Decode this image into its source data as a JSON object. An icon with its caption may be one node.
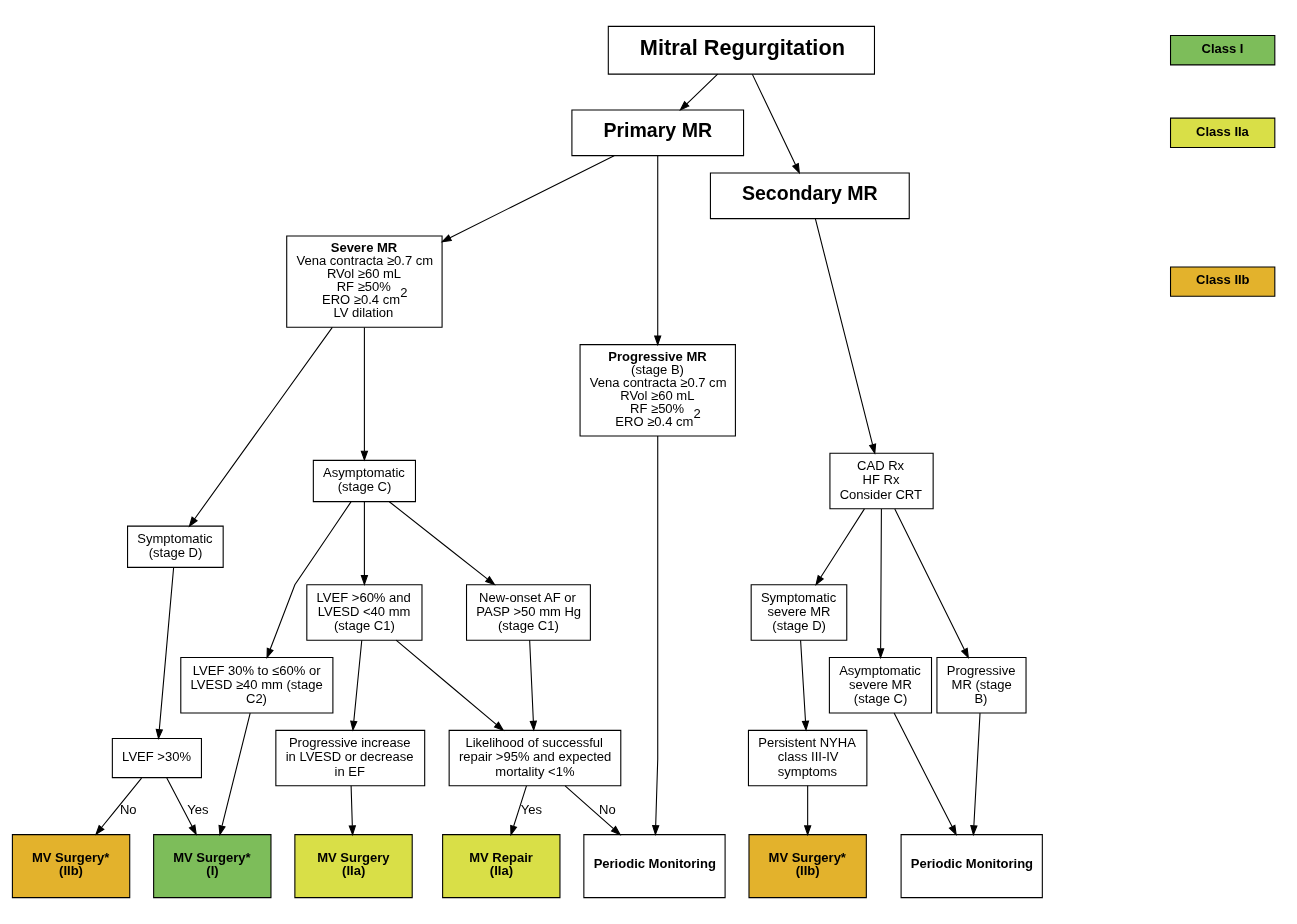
{
  "diagram": {
    "nodes": [
      {
        "text": [
          "Mitral Regurgitation"
        ]
      },
      {
        "text": [
          "Primary MR"
        ]
      },
      {
        "text": [
          "Secondary MR"
        ]
      },
      {
        "text": [
          "Severe MR",
          "Vena contracta ≥0.7 cm",
          "RVol ≥60 mL",
          "RF ≥50%",
          "ERO ≥0.4 cm$^{2}$",
          "LV dilation"
        ]
      },
      {
        "text": [
          "Progressive MR",
          "(stage B)",
          "Vena contracta ≥0.7 cm",
          "RVol ≥60 mL",
          "RF ≥50%",
          "ERO ≥0.4 cm$^{2}$"
        ]
      },
      {
        "text": [
          "CAD Rx",
          "HF Rx",
          "Consider CRT"
        ]
      },
      {
        "text": [
          "Symptomatic (stage D)"
        ]
      },
      {
        "text": [
          "Asymptomatic (stage C)"
        ]
      },
      {
        "text": [
          "Symptomatic severe MR (stage D)"
        ]
      },
      {
        "text": [
          "Asymptomatic severe MR (stage C)"
        ]
      },
      {
        "text": [
          "Progressive MR (stage B)"
        ]
      },
      {
        "text": [
          "LVEF >30%"
        ]
      },
      {
        "text": [
          "LVEF 30% to ≤60% or LVESD ≥40 mm (stage C2)"
        ]
      },
      {
        "text": [
          "LVEF >60% and LVESD <40 mm (stage C1)"
        ]
      },
      {
        "text": [
          "New-onset AF or PASP >50 mm Hg (stage C1)"
        ]
      },
      {
        "text": [
          "Persistent NYHA class III-IV symptoms"
        ]
      },
      {
        "text": [
          "Progressive increase in LVESD or decrease in EF"
        ]
      },
      {
        "text": [
          "Likelihood of successful repair >95% and expected mortality <1%"
        ]
      },
      {
        "text": [
          "MV Surgery*",
          "(IIb)"
        ]
      },
      {
        "text": [
          "MV Surgery*",
          "(I)"
        ]
      },
      {
        "text": [
          "MV Surgery",
          "(IIa)"
        ]
      },
      {
        "text": [
          "MV Repair",
          "(IIa)"
        ]
      },
      {
        "text": [
          "Periodic Monitoring"
        ]
      },
      {
        "text": [
          "MV Surgery*",
          "(IIb)"
        ]
      },
      {
        "text": [
          "Periodic Monitoring"
        ]
      }
    ],
    "edges": [
      {
        "from": 0,
        "to": 1,
        "arrow": "to"
      },
      {
        "from": 0,
        "to": 2,
        "arrow": "to"
      },
      {
        "from": 1,
        "to": 3,
        "arrow": "to"
      },
      {
        "from": 1,
        "to": 4,
        "arrow": "to"
      },
      {
        "from": 2,
        "to": 5,
        "arrow": "to"
      },
      {
        "from": 3,
        "to": 6,
        "arrow": "to"
      },
      {
        "from": 3,
        "to": 7,
        "arrow": "to"
      },
      {
        "from": 5,
        "to": 8,
        "arrow": "to"
      },
      {
        "from": 5,
        "to": 9,
        "arrow": "to"
      },
      {
        "from": 5,
        "to": 10,
        "arrow": "to"
      },
      {
        "from": 6,
        "to": 11,
        "arrow": "to"
      },
      {
        "from": 7,
        "to": 12,
        "arrow": "to"
      },
      {
        "from": 7,
        "to": 13,
        "arrow": "to"
      },
      {
        "from": 7,
        "to": 14,
        "arrow": "to"
      },
      {
        "from": 8,
        "to": 15,
        "arrow": "to"
      },
      {
        "from": 13,
        "to": 16,
        "arrow": "to"
      },
      {
        "from": 13,
        "to": 17,
        "arrow": "to"
      },
      {
        "from": 14,
        "to": 17,
        "arrow": "to"
      },
      {
        "from": 11,
        "to": 18,
        "label": "No",
        "arrow": "to"
      },
      {
        "from": 11,
        "to": 19,
        "label": "Yes",
        "arrow": "to"
      },
      {
        "from": 12,
        "to": 19,
        "arrow": "to"
      },
      {
        "from": 16,
        "to": 20,
        "arrow": "to"
      },
      {
        "from": 17,
        "to": 21,
        "label": "Yes",
        "arrow": "to"
      },
      {
        "from": 17,
        "to": 22,
        "label": "No",
        "arrow": "to"
      },
      {
        "from": 4,
        "to": 22,
        "arrow": "to"
      },
      {
        "from": 15,
        "to": 23,
        "arrow": "to"
      },
      {
        "from": 9,
        "to": 24,
        "arrow": "to"
      },
      {
        "from": 10,
        "to": 24,
        "arrow": "to"
      }
    ],
    "legend": [
      {
        "text": "Class I",
        "color": "#7dbd5a"
      },
      {
        "text": "Class IIa",
        "color": "#d9df47"
      },
      {
        "text": "Class IIb",
        "color": "#e3b22c"
      }
    ]
  }
}
